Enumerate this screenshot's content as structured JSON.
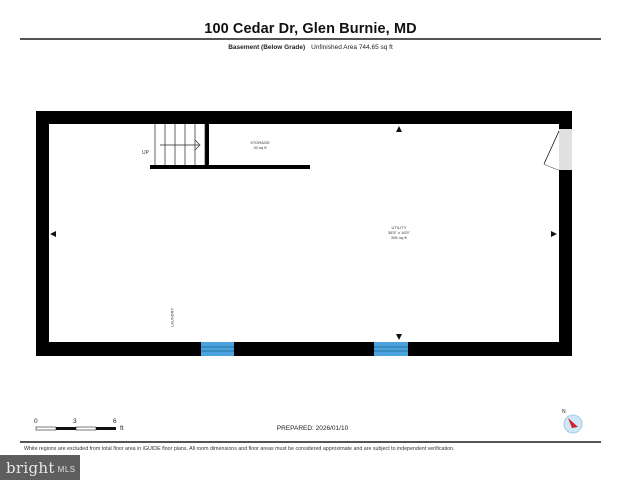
{
  "header": {
    "title": "100 Cedar Dr, Glen Burnie, MD",
    "level": "Basement (Below Grade)",
    "area": "Unfinished Area 744.65 sq ft"
  },
  "rooms": [
    {
      "name": "STORAGE",
      "size": "",
      "area": "20 sq ft"
    },
    {
      "name": "UTILITY",
      "size": "38'5\" x 16'5\"",
      "area": "591 sq ft"
    },
    {
      "name": "LAUNDRY",
      "size": "",
      "area": ""
    }
  ],
  "stairs": {
    "label": "UP"
  },
  "scale_bar": {
    "ticks": [
      "0",
      "3",
      "6"
    ],
    "unit": "ft"
  },
  "prepared": "PREPARED: 2026/01/10",
  "compass": {
    "label": "N"
  },
  "disclaimer": "White regions are excluded from total floor area in iGUIDE floor plans. All room dimensions and floor areas must be considered approximate and are subject to independent verification.",
  "logo": {
    "brand": "bright",
    "suffix": "MLS"
  },
  "colors": {
    "wall": "#000000",
    "window": "#4aa3df",
    "door_fill": "#e0e0e0",
    "compass_bg": "#cfe6f7",
    "compass_arrow": "#d0202a",
    "logo_bg": "#5e5e5e"
  }
}
